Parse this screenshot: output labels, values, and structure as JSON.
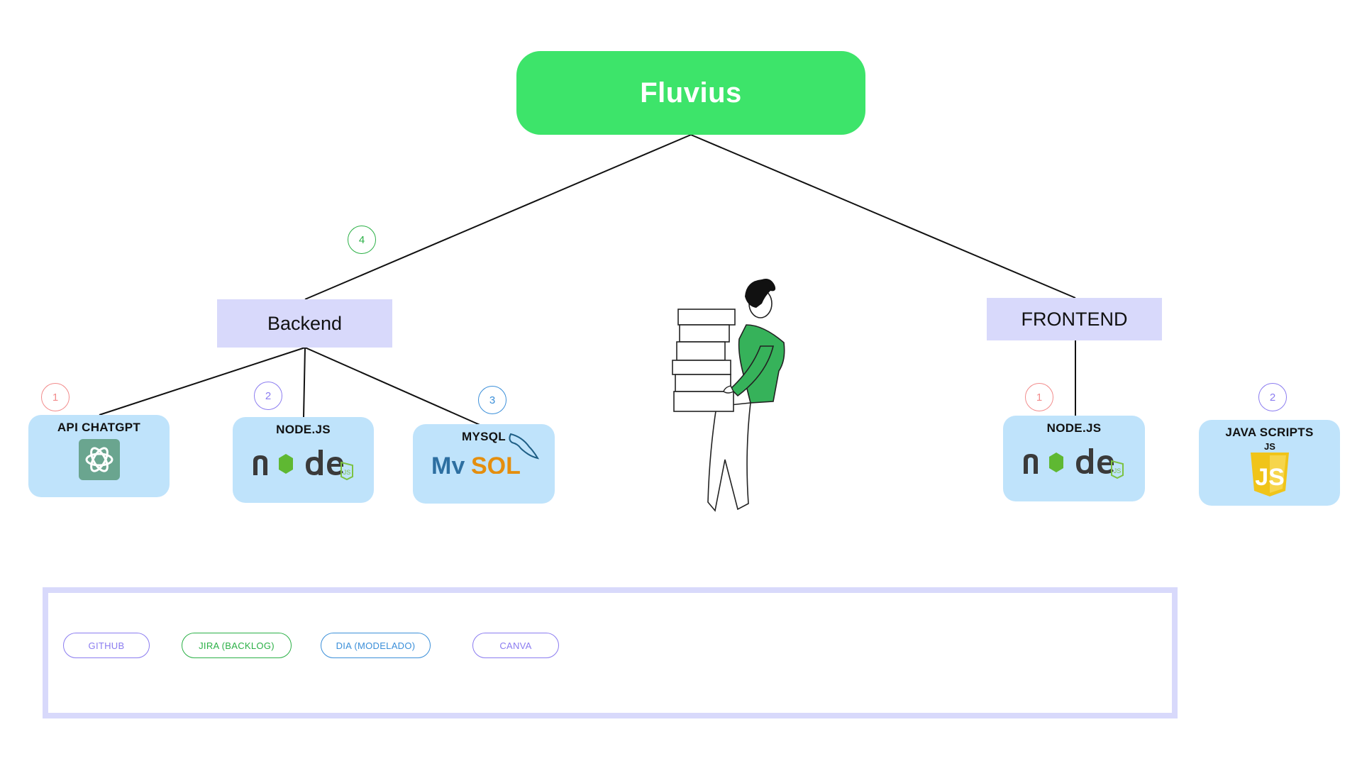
{
  "colors": {
    "root_fill": "#3de46a",
    "branch_fill": "#d8d9fb",
    "tech_fill": "#bfe3fb",
    "tools_border": "#d8d9fb",
    "line": "#111111",
    "red_badge": "#f28b8b",
    "purple_badge": "#8b7cf0",
    "blue_badge": "#3b8fd9",
    "green_badge": "#2bb046"
  },
  "root": {
    "label": "Fluvius"
  },
  "backend": {
    "label": "Backend",
    "badge": "4",
    "items": [
      {
        "badge": "1",
        "label": "API CHATGPT",
        "icon": "openai-logo-icon"
      },
      {
        "badge": "2",
        "label": "NODE.JS",
        "icon": "nodejs-logo-icon"
      },
      {
        "badge": "3",
        "label": "MYSQL",
        "icon": "mysql-logo-icon"
      }
    ]
  },
  "frontend": {
    "label": "FRONTEND",
    "items": [
      {
        "badge": "1",
        "label": "NODE.JS",
        "icon": "nodejs-logo-icon"
      },
      {
        "badge": "2",
        "label": "JAVA SCRIPTS",
        "icon": "javascript-logo-icon"
      }
    ]
  },
  "illustration": {
    "icon": "person-carrying-boxes-icon"
  },
  "tools": [
    {
      "label": "GITHUB",
      "color": "#8b7cf0"
    },
    {
      "label": "JIRA (BACKLOG)",
      "color": "#2bb046"
    },
    {
      "label": "DIA (MODELADO)",
      "color": "#3b8fd9"
    },
    {
      "label": "CANVA",
      "color": "#8b7cf0"
    }
  ]
}
